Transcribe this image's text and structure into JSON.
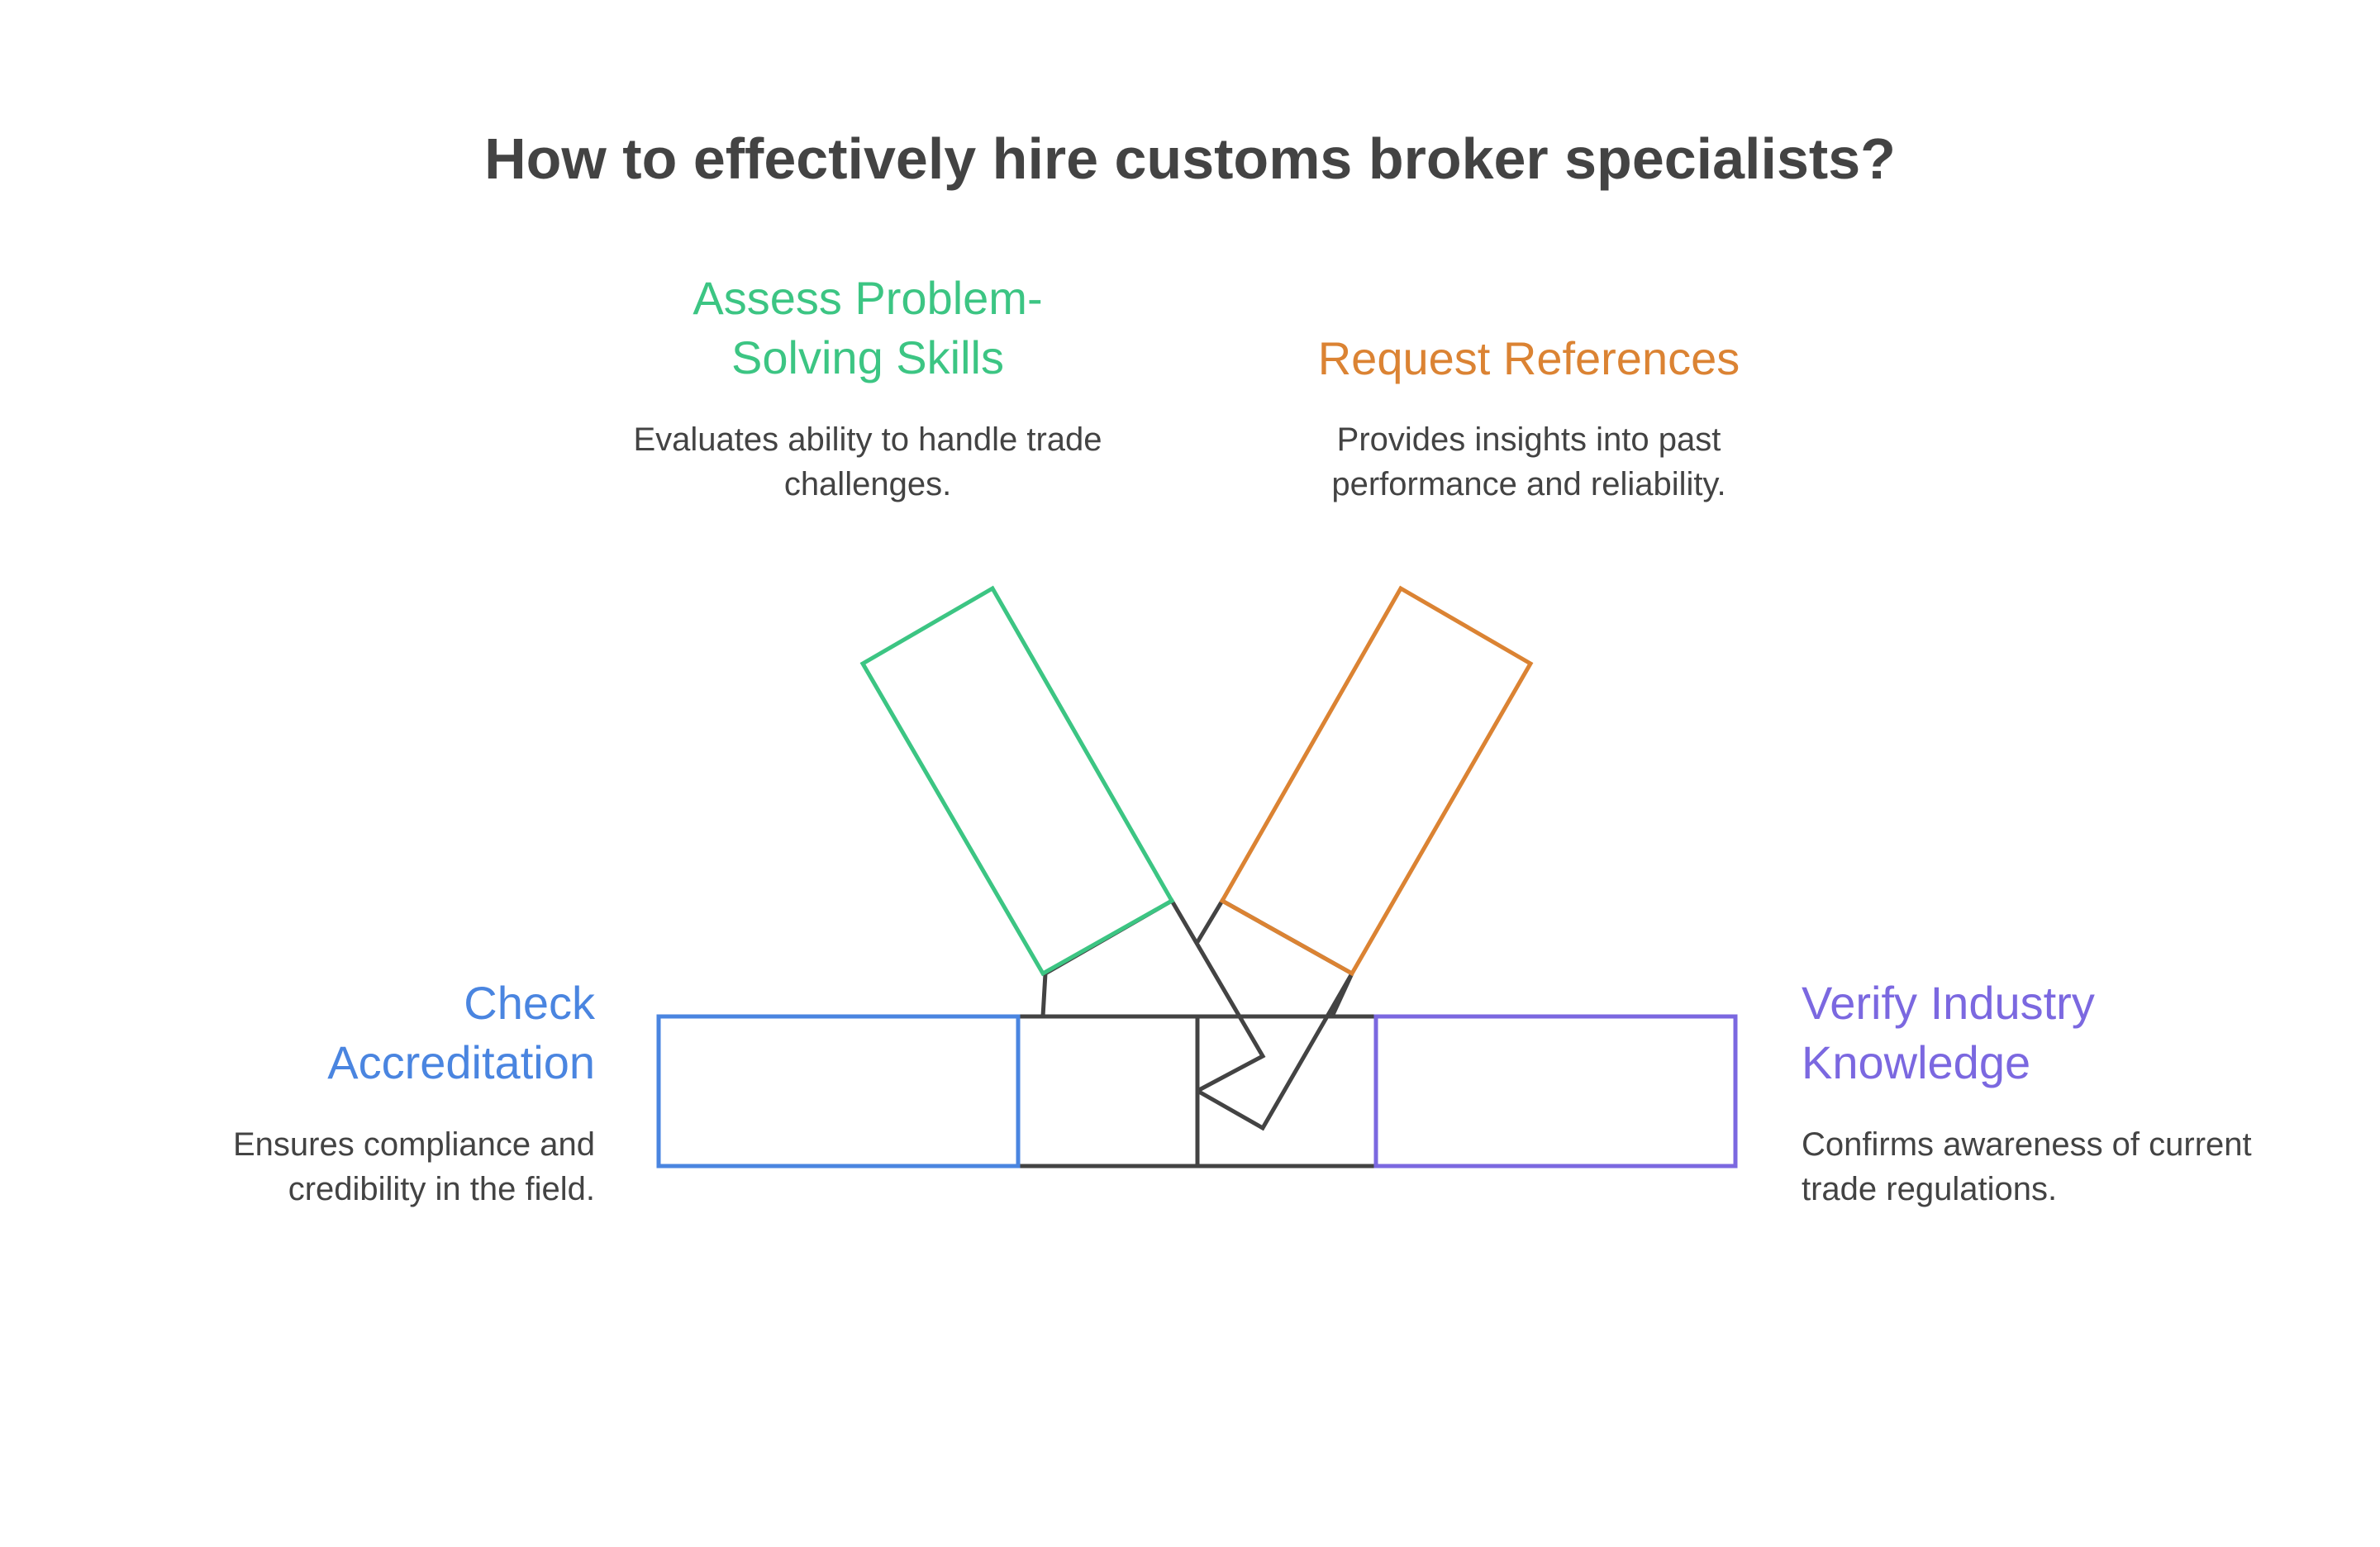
{
  "title": "How to effectively hire customs broker specialists?",
  "colors": {
    "title": "#434343",
    "text": "#434343",
    "green": "#3cc583",
    "orange": "#db8333",
    "blue": "#4a85e0",
    "purple": "#7b68e0",
    "core": "#434343"
  },
  "steps": {
    "solving": {
      "label": "Assess Problem-Solving Skills",
      "description": "Evaluates ability to handle trade challenges.",
      "color": "#3cc583"
    },
    "references": {
      "label": "Request References",
      "description": "Provides insights into past performance and reliability.",
      "color": "#db8333"
    },
    "accreditation": {
      "label": "Check Accreditation",
      "description": "Ensures compliance and credibility in the field.",
      "color": "#4a85e0"
    },
    "industry": {
      "label": "Verify Industry Knowledge",
      "description": "Confirms awareness of current trade regulations.",
      "color": "#7b68e0"
    }
  }
}
